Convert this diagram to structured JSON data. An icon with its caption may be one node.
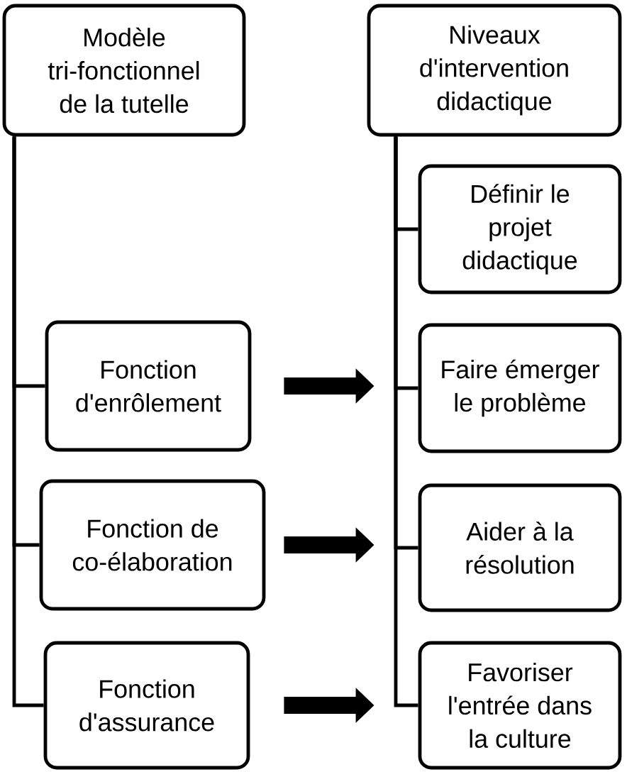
{
  "diagram": {
    "nodes": [
      {
        "text": [
          "Modèle tri-fonctionnel de la tutelle"
        ]
      },
      {
        "text": [
          "Fonction d'enrôlement"
        ]
      },
      {
        "text": [
          "Fonction de co-élaboration"
        ]
      },
      {
        "text": [
          "Fonction d'assurance"
        ]
      },
      {
        "text": [
          "Niveaux d'intervention didactique"
        ]
      },
      {
        "text": [
          "Définir le projet didactique"
        ]
      },
      {
        "text": [
          "Faire émerger le problème"
        ]
      },
      {
        "text": [
          "Aider à la résolution"
        ]
      },
      {
        "text": [
          "Favoriser l'entrée dans la culture"
        ]
      }
    ],
    "edges": [
      {
        "from": 0,
        "to": 1,
        "arrow": "none"
      },
      {
        "from": 0,
        "to": 2,
        "arrow": "none"
      },
      {
        "from": 0,
        "to": 3,
        "arrow": "none"
      },
      {
        "from": 4,
        "to": 5,
        "arrow": "none"
      },
      {
        "from": 4,
        "to": 6,
        "arrow": "none"
      },
      {
        "from": 4,
        "to": 7,
        "arrow": "none"
      },
      {
        "from": 4,
        "to": 8,
        "arrow": "none"
      },
      {
        "from": 1,
        "to": 6,
        "arrow": "to",
        "style": "thick"
      },
      {
        "from": 2,
        "to": 7,
        "arrow": "to",
        "style": "thick"
      },
      {
        "from": 3,
        "to": 8,
        "arrow": "to",
        "style": "thick"
      }
    ]
  }
}
